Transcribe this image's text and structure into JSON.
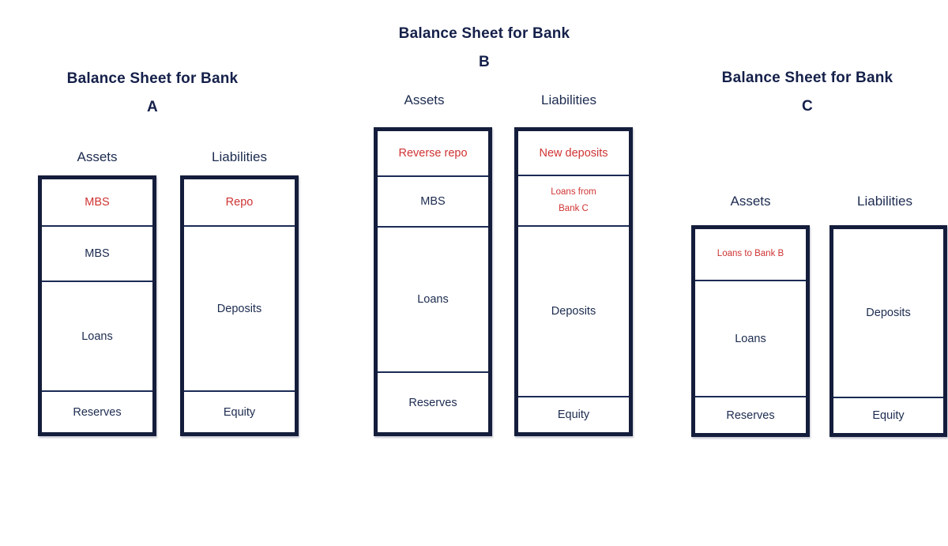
{
  "colors": {
    "background": "#ffffff",
    "title_navy": "#15204a",
    "text_navy": "#1c2b4f",
    "accent_red": "#cf3333",
    "box_border_navy": "#141d3b",
    "divider_navy": "#1c2b55"
  },
  "banks": [
    {
      "title_line1": "Balance Sheet for Bank",
      "title_line2": "A",
      "assets_header": "Assets",
      "liabilities_header": "Liabilities",
      "assets_segments": [
        {
          "label": "MBS",
          "color": "red"
        },
        {
          "label": "MBS",
          "color": "navy"
        },
        {
          "label": "Loans",
          "color": "navy"
        },
        {
          "label": "Reserves",
          "color": "navy"
        }
      ],
      "liabilities_segments": [
        {
          "label": "Repo",
          "color": "red"
        },
        {
          "label": "Deposits",
          "color": "navy"
        },
        {
          "label": "Equity",
          "color": "navy"
        }
      ]
    },
    {
      "title_line1": "Balance Sheet for Bank",
      "title_line2": "B",
      "assets_header": "Assets",
      "liabilities_header": "Liabilities",
      "assets_segments": [
        {
          "label": "Reverse repo",
          "color": "red"
        },
        {
          "label": "MBS",
          "color": "navy"
        },
        {
          "label": "Loans",
          "color": "navy"
        },
        {
          "label": "Reserves",
          "color": "navy"
        }
      ],
      "liabilities_segments": [
        {
          "label": "New deposits",
          "color": "red"
        },
        {
          "label": "Loans from Bank C",
          "color": "red"
        },
        {
          "label": "Deposits",
          "color": "navy"
        },
        {
          "label": "Equity",
          "color": "navy"
        }
      ]
    },
    {
      "title_line1": "Balance Sheet for Bank",
      "title_line2": "C",
      "assets_header": "Assets",
      "liabilities_header": "Liabilities",
      "assets_segments": [
        {
          "label": "Loans to Bank B",
          "color": "red"
        },
        {
          "label": "Loans",
          "color": "navy"
        },
        {
          "label": "Reserves",
          "color": "navy"
        }
      ],
      "liabilities_segments": [
        {
          "label": "Deposits",
          "color": "navy"
        },
        {
          "label": "Equity",
          "color": "navy"
        }
      ]
    }
  ]
}
